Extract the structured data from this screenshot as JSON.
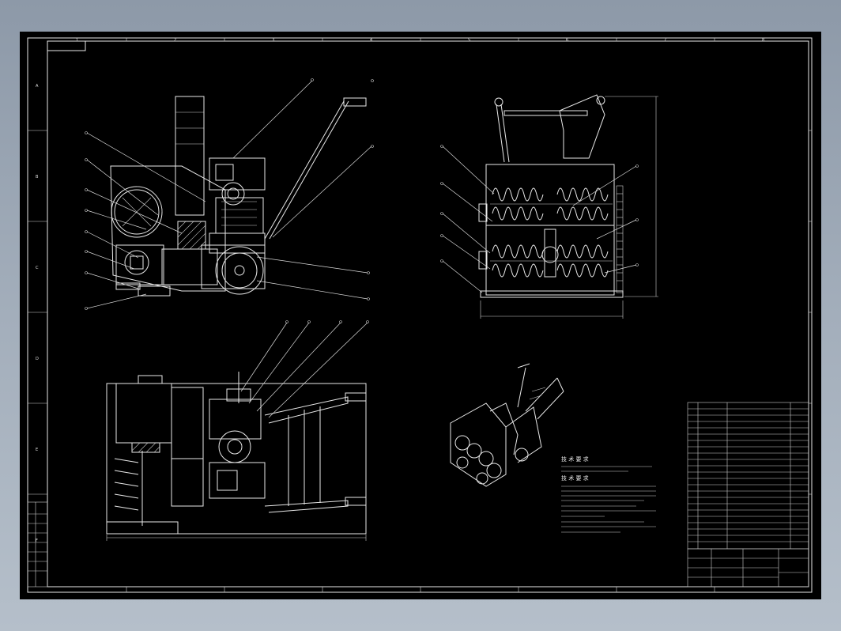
{
  "drawing": {
    "border_zones": {
      "top": [
        "1",
        "2",
        "3",
        "4",
        "5",
        "6",
        "7",
        "8"
      ],
      "side": [
        "A",
        "B",
        "C",
        "D",
        "E",
        "F"
      ]
    },
    "stamp_top_left": "",
    "views": [
      {
        "name": "side-view"
      },
      {
        "name": "front-view"
      },
      {
        "name": "top-view"
      },
      {
        "name": "isometric-view"
      }
    ],
    "dimensions": {
      "front_width": "",
      "front_height": "",
      "top_width": ""
    },
    "notes": {
      "title1": "技 术 要 求",
      "title2": "技 术 要 求",
      "lines": [
        "",
        "",
        "",
        "",
        "",
        "",
        "",
        "",
        "",
        "",
        ""
      ]
    },
    "parts_list": {
      "headers": [
        "",
        "",
        "",
        ""
      ],
      "row_count": 22
    },
    "title_block": {
      "drawing_no": "",
      "label_main": ""
    }
  },
  "colors": {
    "background": "#000000",
    "lines": "#e8e8e8",
    "desktop": "#a3aebb"
  },
  "icons": [
    "drawing-frame",
    "leader-line",
    "balloon-number"
  ]
}
